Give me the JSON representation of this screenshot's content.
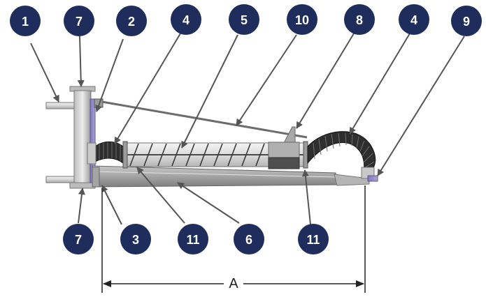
{
  "callouts": [
    {
      "id": "c1",
      "label": "1"
    },
    {
      "id": "c7-top",
      "label": "7"
    },
    {
      "id": "c2",
      "label": "2"
    },
    {
      "id": "c4-left",
      "label": "4"
    },
    {
      "id": "c5",
      "label": "5"
    },
    {
      "id": "c10",
      "label": "10"
    },
    {
      "id": "c8",
      "label": "8"
    },
    {
      "id": "c4-right",
      "label": "4"
    },
    {
      "id": "c9",
      "label": "9"
    },
    {
      "id": "c7-bottom",
      "label": "7"
    },
    {
      "id": "c3",
      "label": "3"
    },
    {
      "id": "c11-left",
      "label": "11"
    },
    {
      "id": "c6",
      "label": "6"
    },
    {
      "id": "c11-right",
      "label": "11"
    }
  ],
  "dimension": {
    "label": "A"
  },
  "colors": {
    "callout_fill": "#1f2d5c",
    "metal_light": "#d9d9d9",
    "metal_dark": "#8a8a8a",
    "accent_purple": "#8e86c4",
    "hose_dark": "#2b2b2b"
  }
}
